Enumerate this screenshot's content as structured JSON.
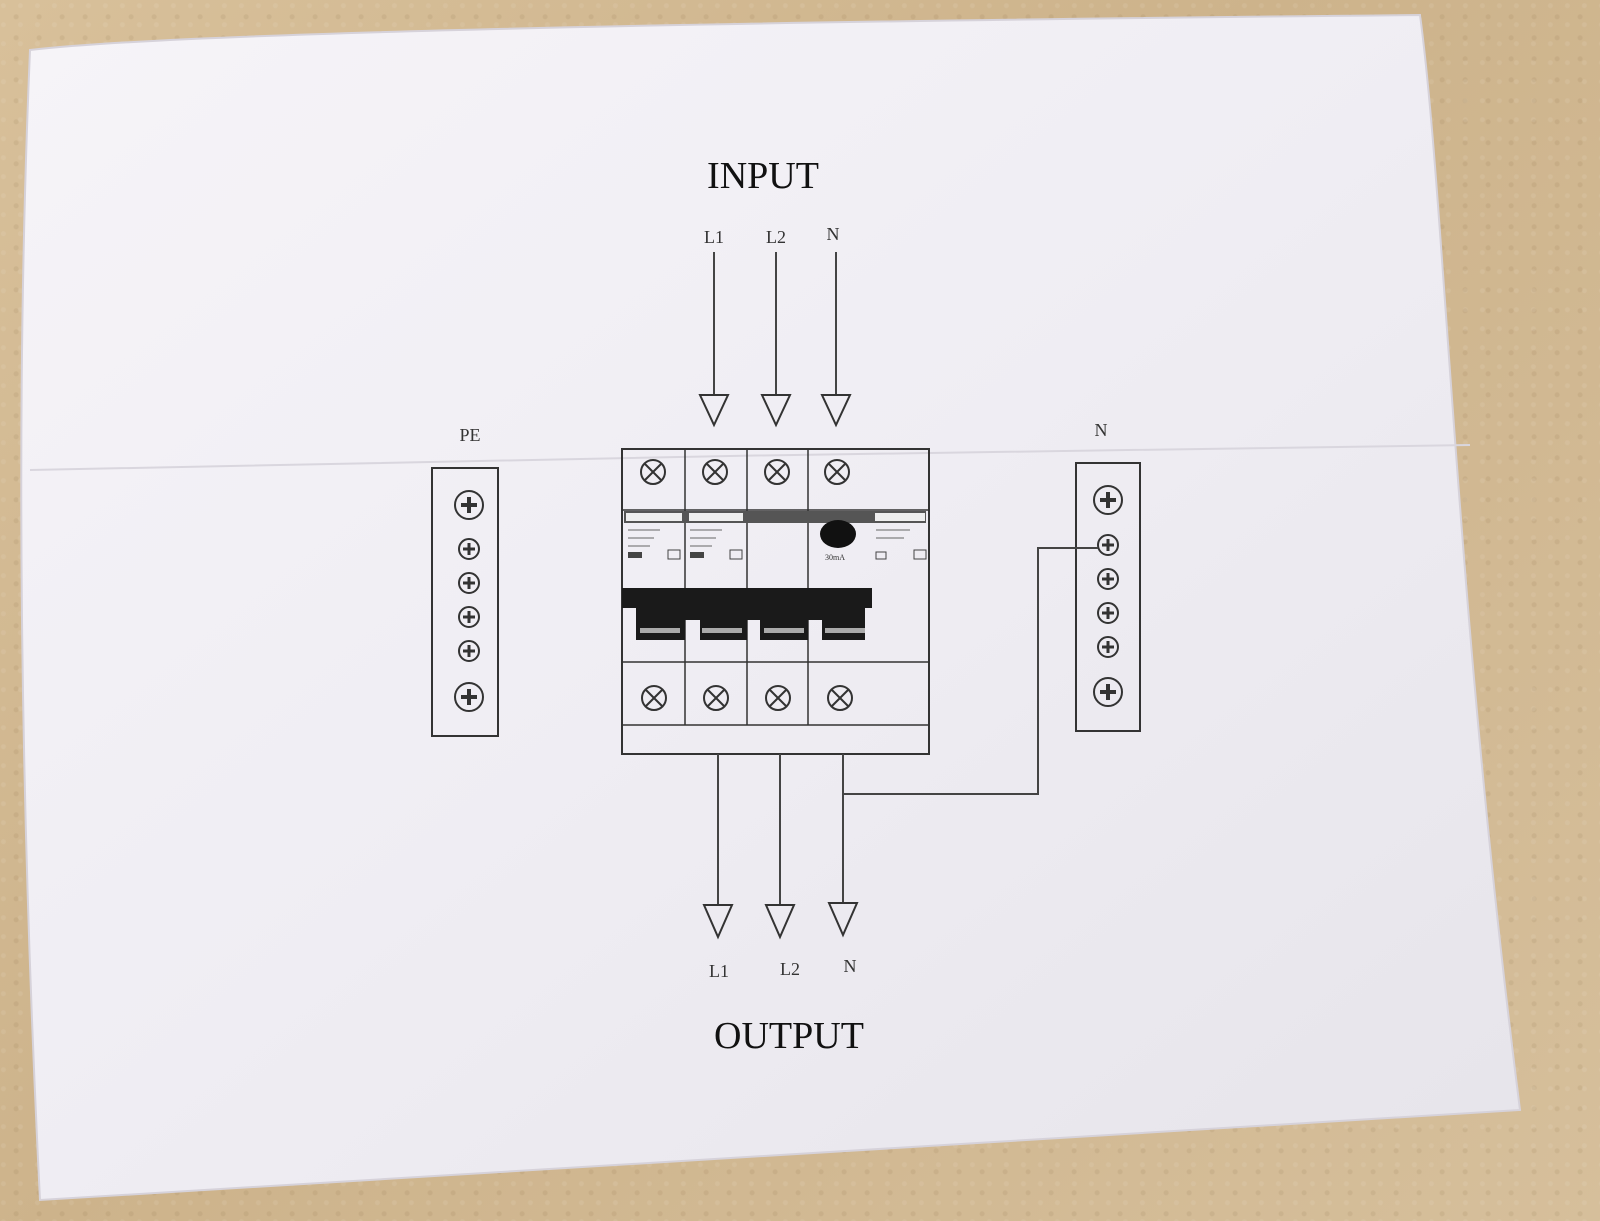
{
  "input_title": "INPUT",
  "output_title": "OUTPUT",
  "input_terminals": [
    "L1",
    "L2",
    "N"
  ],
  "output_terminals": [
    "L1",
    "L2",
    "N"
  ],
  "pe_bar_label": "PE",
  "n_bar_label": "N",
  "rcd_rating": "30mA",
  "colors": {
    "paper": "#f3f1f6",
    "ink": "#333333",
    "countertop": "#d4bb95"
  }
}
